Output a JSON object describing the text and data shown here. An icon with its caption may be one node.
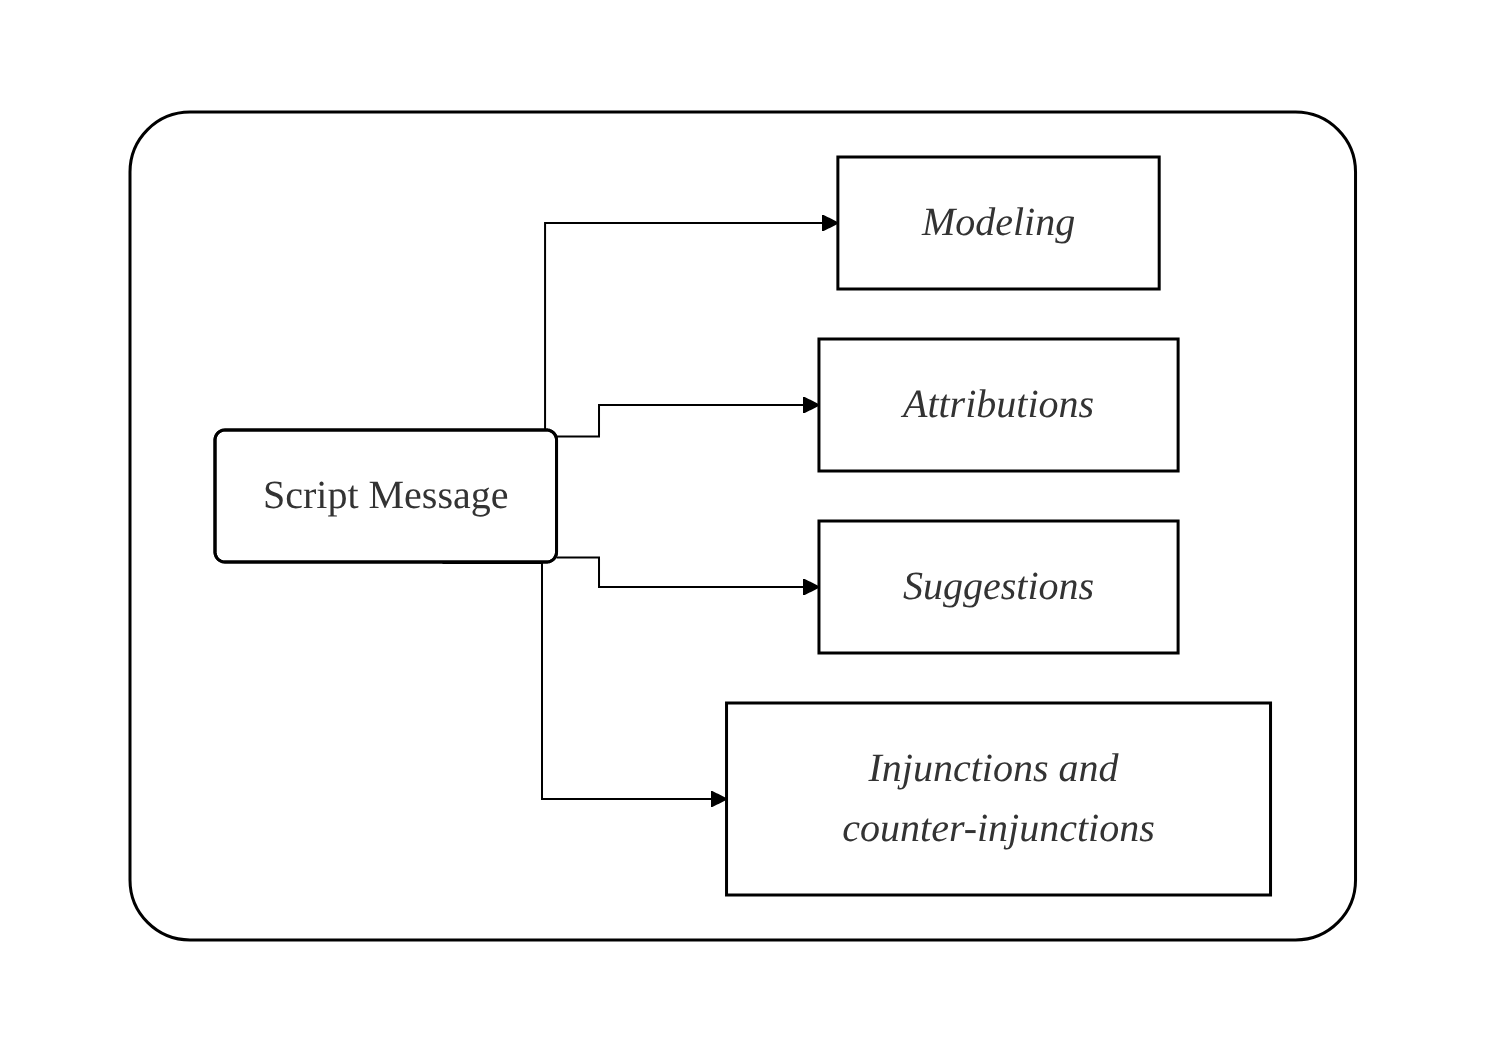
{
  "diagram": {
    "nodes": [
      {
        "text": [],
        "shape": "box"
      },
      {
        "text": [
          "Script Message"
        ],
        "in": 0
      },
      {
        "text": [
          "Modeling"
        ],
        "in": 0
      },
      {
        "text": [
          "Attributions"
        ],
        "in": 0
      },
      {
        "text": [
          "Suggestions"
        ],
        "in": 0
      },
      {
        "text": [
          "Injunctions and counter-injunctions"
        ],
        "in": 0
      }
    ],
    "edges": [
      {
        "from": 1,
        "to": 2,
        "arrow": "to"
      },
      {
        "from": 1,
        "to": 3,
        "arrow": "to"
      },
      {
        "from": 1,
        "to": 4,
        "arrow": "to"
      },
      {
        "from": 1,
        "to": 5,
        "arrow": "to"
      }
    ]
  }
}
